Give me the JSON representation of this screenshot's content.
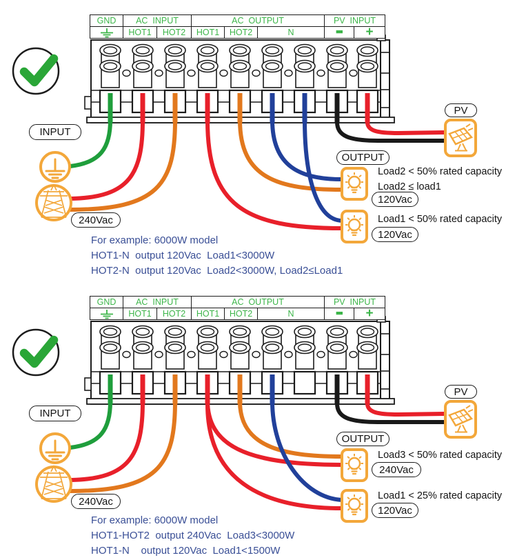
{
  "colors": {
    "green_wire": "#1f9e3c",
    "red_wire": "#e8202a",
    "orange_wire": "#e2781d",
    "blue_wire": "#21409a",
    "black_wire": "#191919",
    "icon_orange": "#f3a73a",
    "header_green": "#3cb549",
    "note_blue": "#3a4f96",
    "check_green": "#2aa637"
  },
  "labels": {
    "input": "INPUT",
    "output": "OUTPUT",
    "pv": "PV"
  },
  "header": {
    "gnd": "GND",
    "ac_input": "AC  INPUT",
    "ac_output": "AC  OUTPUT",
    "pv_input": "PV  INPUT",
    "hot1": "HOT1",
    "hot2": "HOT2",
    "neutral": "N",
    "minus": "−",
    "plus": "+"
  },
  "diagrams": [
    {
      "status": "correct",
      "input_voltage": "240Vac",
      "terminal_wires": [
        "green",
        "red",
        "orange",
        "red",
        "orange",
        "blue",
        "blue",
        "black",
        "red"
      ],
      "loads": [
        {
          "line1": "Load2 < 50% rated capacity",
          "line2": "Load2 ≤ load1",
          "voltage": "120Vac"
        },
        {
          "line1": "Load1 < 50% rated capacity",
          "voltage": "120Vac"
        }
      ],
      "notes": [
        "For example: 6000W model",
        "HOT1-N  output 120Vac  Load1<3000W",
        "HOT2-N  output 120Vac  Load2<3000W, Load2≤Load1"
      ]
    },
    {
      "status": "correct",
      "input_voltage": "240Vac",
      "terminal_wires": [
        "green",
        "red",
        "orange",
        "red",
        "orange",
        "blue",
        "none",
        "black",
        "red"
      ],
      "loads": [
        {
          "line1": "Load3 < 50% rated capacity",
          "voltage": "240Vac"
        },
        {
          "line1": "Load1 < 25% rated capacity",
          "voltage": "120Vac"
        }
      ],
      "notes": [
        "For example: 6000W model",
        "HOT1-HOT2  output 240Vac  Load3<3000W",
        "HOT1-N    output 120Vac  Load1<1500W"
      ]
    }
  ]
}
